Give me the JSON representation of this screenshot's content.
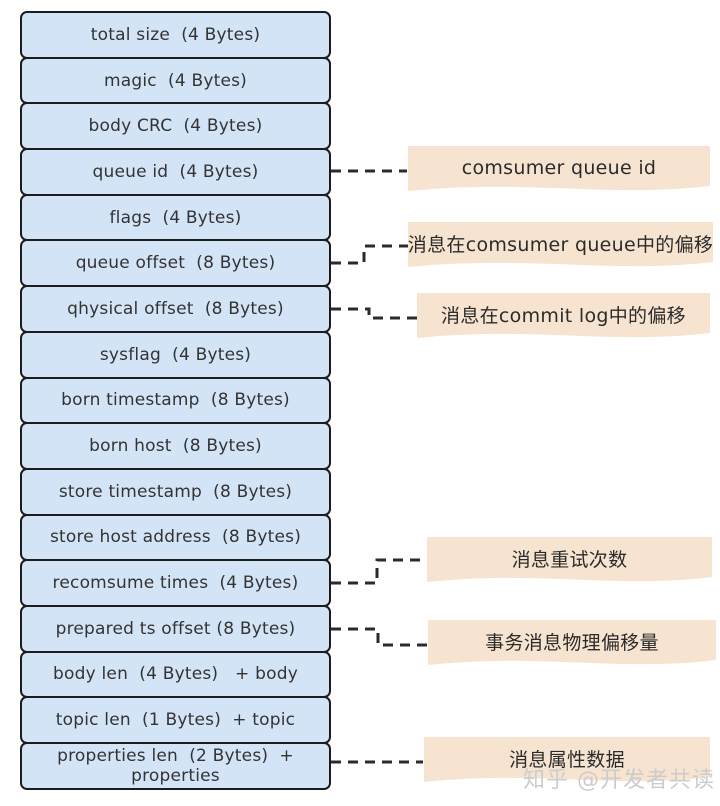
{
  "fields": [
    {
      "label": "total size  (4 Bytes)"
    },
    {
      "label": "magic  (4 Bytes)"
    },
    {
      "label": "body CRC  (4 Bytes)"
    },
    {
      "label": "queue id  (4 Bytes)"
    },
    {
      "label": "flags  (4 Bytes)"
    },
    {
      "label": "queue offset  (8 Bytes)"
    },
    {
      "label": "qhysical offset  (8 Bytes)"
    },
    {
      "label": "sysflag  (4 Bytes)"
    },
    {
      "label": "born timestamp  (8 Bytes)"
    },
    {
      "label": "born host  (8 Bytes)"
    },
    {
      "label": "store timestamp  (8 Bytes)"
    },
    {
      "label": "store host address  (8 Bytes)"
    },
    {
      "label": "recomsume times  (4 Bytes)"
    },
    {
      "label": "prepared ts offset (8 Bytes)"
    },
    {
      "label": "body len  (4 Bytes)   + body"
    },
    {
      "label": "topic len  (1 Bytes)  + topic"
    },
    {
      "label": "properties len  (2 Bytes)  + properties"
    }
  ],
  "annotations": [
    {
      "label": "comsumer queue id",
      "field": "queue id"
    },
    {
      "label": "消息在comsumer queue中的偏移",
      "field": "queue offset"
    },
    {
      "label": "消息在commit log中的偏移",
      "field": "qhysical offset"
    },
    {
      "label": "消息重试次数",
      "field": "recomsume times"
    },
    {
      "label": "事务消息物理偏移量",
      "field": "prepared ts offset"
    },
    {
      "label": "消息属性数据",
      "field": "properties len"
    }
  ],
  "watermark": {
    "text": "知乎 @开发者共读"
  },
  "colors": {
    "field_fill": "#d4e4f7",
    "field_border": "#1c1c1c",
    "text": "#333333",
    "annotation_fill": "#f7e4d0",
    "annotation_text": "#2b2b2b",
    "connector": "#2b2b2b",
    "watermark": "#cccccc",
    "background": "#ffffff"
  }
}
